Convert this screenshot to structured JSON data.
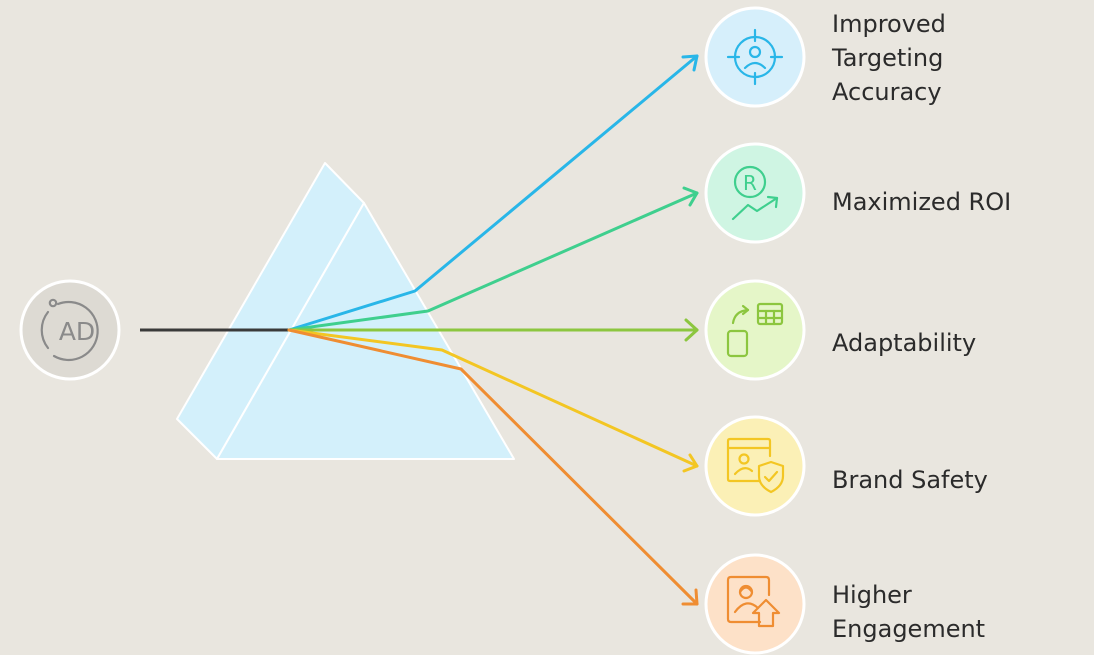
{
  "source": {
    "icon": "ad-badge-icon",
    "label": "AD",
    "color": "#8a8a8a",
    "fill": "#dddad3"
  },
  "outcomes": [
    {
      "label": "Improved\nTargeting\nAccuracy",
      "icon": "target-user-icon",
      "color": "#29b6e8",
      "fill": "#d6effb"
    },
    {
      "label": "Maximized ROI",
      "icon": "roi-growth-icon",
      "color": "#3fcf8e",
      "fill": "#cff5e3"
    },
    {
      "label": "Adaptability",
      "icon": "device-switch-icon",
      "color": "#8cc63f",
      "fill": "#e5f6c8"
    },
    {
      "label": "Brand Safety",
      "icon": "profile-shield-icon",
      "color": "#f3c623",
      "fill": "#fbf0b6"
    },
    {
      "label": "Higher\nEngagement",
      "icon": "user-up-icon",
      "color": "#ef8d32",
      "fill": "#fde1c8"
    }
  ]
}
